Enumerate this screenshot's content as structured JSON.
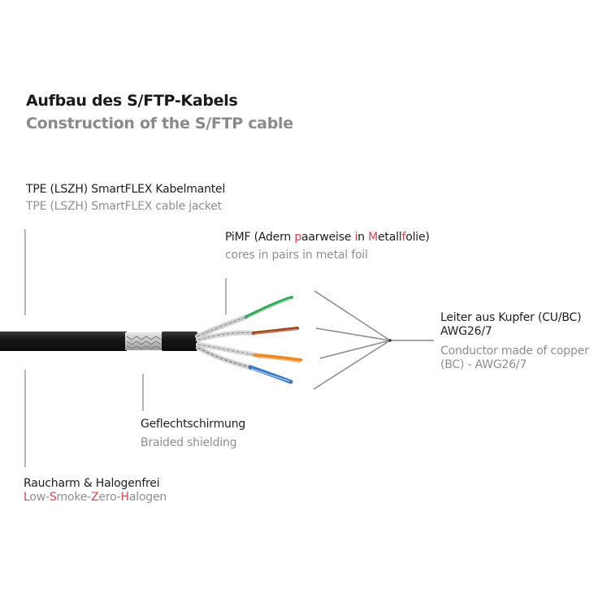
{
  "title": {
    "de": "Aufbau des S/FTP-Kabels",
    "en": "Construction of the S/FTP cable"
  },
  "labels": {
    "jacket": {
      "de": "TPE (LSZH) SmartFLEX Kabelmantel",
      "en": "TPE (LSZH) SmartFLEX cable jacket"
    },
    "pimf": {
      "de_parts": [
        {
          "text": "PiMF (Adern ",
          "highlight": false
        },
        {
          "text": "p",
          "highlight": true
        },
        {
          "text": "aarweise ",
          "highlight": false
        },
        {
          "text": "i",
          "highlight": true
        },
        {
          "text": "n ",
          "highlight": false
        },
        {
          "text": "M",
          "highlight": true
        },
        {
          "text": "etall",
          "highlight": false
        },
        {
          "text": "f",
          "highlight": true
        },
        {
          "text": "olie)",
          "highlight": false
        }
      ],
      "en": "cores in pairs in metal foil"
    },
    "conductor": {
      "de_line1": "Leiter aus Kupfer (CU/BC)",
      "de_line2": "AWG26/7",
      "en_line1": "Conductor made of copper",
      "en_line2": "(BC) - AWG26/7"
    },
    "shield": {
      "de": "Geflechtschirmung",
      "en": "Braided shielding"
    },
    "lszh": {
      "de": "Raucharm & Halogenfrei",
      "en_parts": [
        {
          "text": "L",
          "highlight": true
        },
        {
          "text": "ow-",
          "highlight": false
        },
        {
          "text": "S",
          "highlight": true
        },
        {
          "text": "moke-",
          "highlight": false
        },
        {
          "text": "Z",
          "highlight": true
        },
        {
          "text": "ero-",
          "highlight": false
        },
        {
          "text": "H",
          "highlight": true
        },
        {
          "text": "alogen",
          "highlight": false
        }
      ]
    }
  },
  "colors": {
    "highlight": "#d9414f",
    "jacket": "#1b1b1b",
    "pair_green": "#3aa85a",
    "pair_brown": "#9a4a22",
    "pair_orange": "#e98a2a",
    "pair_blue": "#3a78c2",
    "leader_line": "#b5b5b5"
  }
}
